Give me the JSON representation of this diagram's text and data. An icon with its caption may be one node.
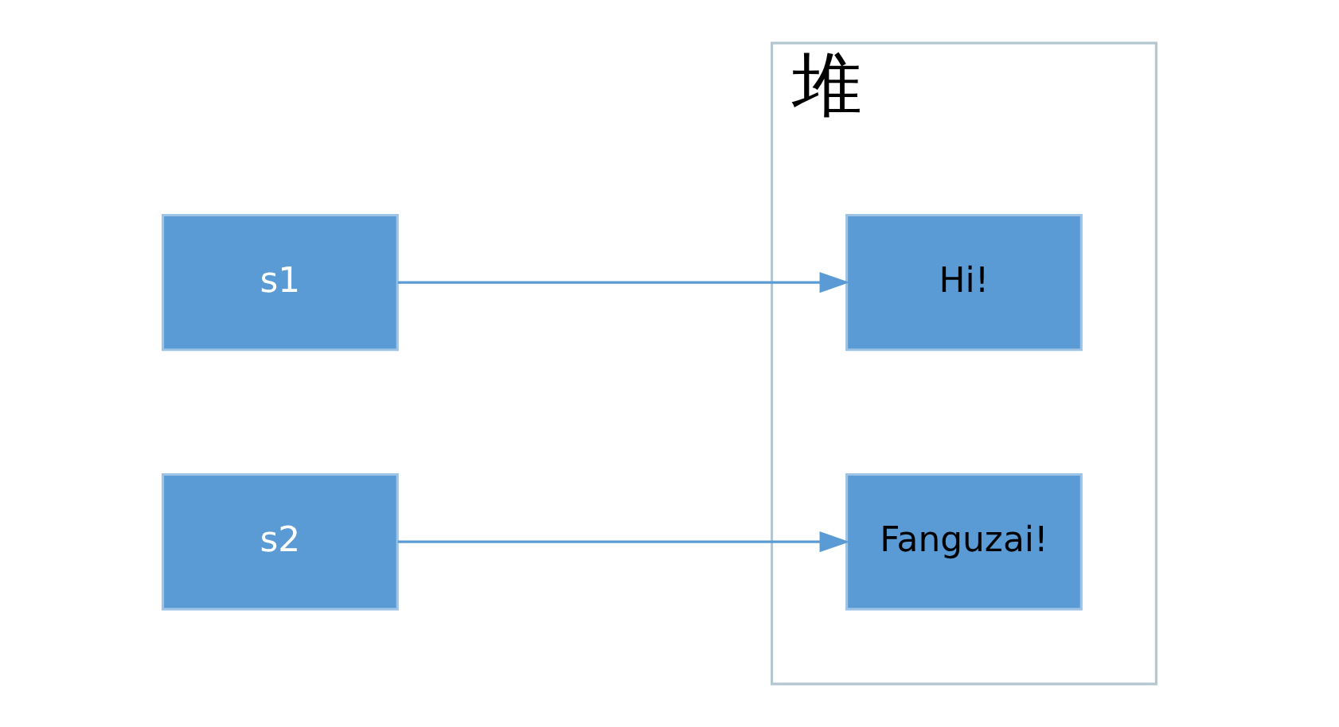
{
  "diagram": {
    "nodes": [
      {
        "text": [
          "s1"
        ]
      },
      {
        "text": [
          "s2"
        ]
      },
      {
        "text": [
          "堆"
        ]
      },
      {
        "text": [
          "Hi!"
        ],
        "in": 2
      },
      {
        "text": [
          "Fanguzai!"
        ],
        "in": 2
      }
    ],
    "edges": [
      {
        "from": 0,
        "to": 3,
        "arrow": "to"
      },
      {
        "from": 1,
        "to": 4,
        "arrow": "to"
      }
    ]
  }
}
